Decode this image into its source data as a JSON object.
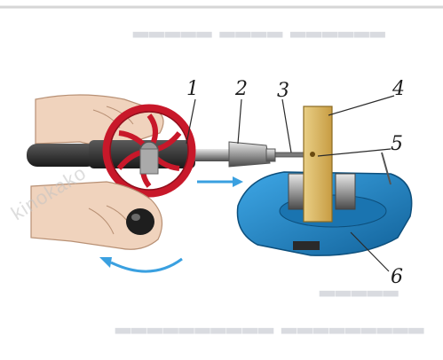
{
  "labels": [
    "1",
    "2",
    "3",
    "4",
    "5",
    "6"
  ],
  "watermark": "kinokako",
  "colors": {
    "handle_red": "#c8182a",
    "vise_blue": "#1e88c8",
    "arrow_blue": "#3aa0e0",
    "wood": "#d9b765",
    "skin": "#f0d3bd"
  },
  "icons": {
    "motion_arrow": "arrow-right-icon",
    "rotation_arrow": "rotate-arrow-icon"
  }
}
